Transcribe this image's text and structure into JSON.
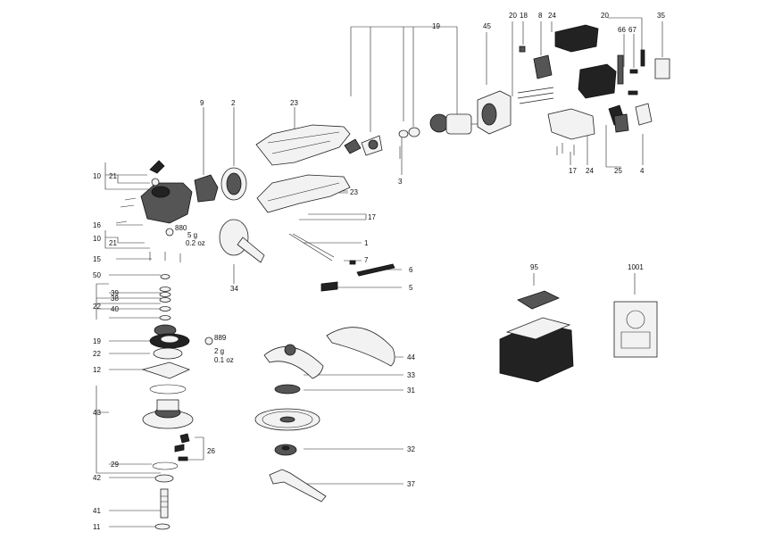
{
  "diagram": {
    "type": "exploded-parts-view",
    "callouts": [
      {
        "id": "c19",
        "text": "19"
      },
      {
        "id": "c45",
        "text": "45"
      },
      {
        "id": "c20a",
        "text": "20"
      },
      {
        "id": "c18",
        "text": "18"
      },
      {
        "id": "c8",
        "text": "8"
      },
      {
        "id": "c24a",
        "text": "24"
      },
      {
        "id": "c20b",
        "text": "20"
      },
      {
        "id": "c35",
        "text": "35"
      },
      {
        "id": "c66",
        "text": "66"
      },
      {
        "id": "c67",
        "text": "67"
      },
      {
        "id": "c9",
        "text": "9"
      },
      {
        "id": "c2",
        "text": "2"
      },
      {
        "id": "c23a",
        "text": "23"
      },
      {
        "id": "c3",
        "text": "3"
      },
      {
        "id": "c17a",
        "text": "17"
      },
      {
        "id": "c24b",
        "text": "24"
      },
      {
        "id": "c25",
        "text": "25"
      },
      {
        "id": "c4",
        "text": "4"
      },
      {
        "id": "c10a",
        "text": "10"
      },
      {
        "id": "c21a",
        "text": "21"
      },
      {
        "id": "c23b",
        "text": "23"
      },
      {
        "id": "c16",
        "text": "16"
      },
      {
        "id": "c10b",
        "text": "10"
      },
      {
        "id": "c21b",
        "text": "21"
      },
      {
        "id": "c17b",
        "text": "17"
      },
      {
        "id": "c1",
        "text": "1"
      },
      {
        "id": "c15",
        "text": "15"
      },
      {
        "id": "c7",
        "text": "7"
      },
      {
        "id": "c34",
        "text": "34"
      },
      {
        "id": "c6",
        "text": "6"
      },
      {
        "id": "c50",
        "text": "50"
      },
      {
        "id": "c5",
        "text": "5"
      },
      {
        "id": "c39",
        "text": "39"
      },
      {
        "id": "c38",
        "text": "38"
      },
      {
        "id": "c40",
        "text": "40"
      },
      {
        "id": "c22a",
        "text": "22"
      },
      {
        "id": "c19b",
        "text": "19"
      },
      {
        "id": "c22b",
        "text": "22"
      },
      {
        "id": "c12",
        "text": "12"
      },
      {
        "id": "c44",
        "text": "44"
      },
      {
        "id": "c33",
        "text": "33"
      },
      {
        "id": "c31",
        "text": "31"
      },
      {
        "id": "c43",
        "text": "43"
      },
      {
        "id": "c26",
        "text": "26"
      },
      {
        "id": "c32",
        "text": "32"
      },
      {
        "id": "c29",
        "text": "29"
      },
      {
        "id": "c42",
        "text": "42"
      },
      {
        "id": "c37",
        "text": "37"
      },
      {
        "id": "c41",
        "text": "41"
      },
      {
        "id": "c11",
        "text": "11"
      },
      {
        "id": "c95",
        "text": "95"
      },
      {
        "id": "c1001",
        "text": "1001"
      }
    ],
    "grease_notes": [
      {
        "id": "g880",
        "code": "880",
        "amount": "5 g",
        "weight": "0.2 oz"
      },
      {
        "id": "g889",
        "code": "889",
        "amount": "2 g",
        "weight": "0.1 oz"
      }
    ]
  }
}
